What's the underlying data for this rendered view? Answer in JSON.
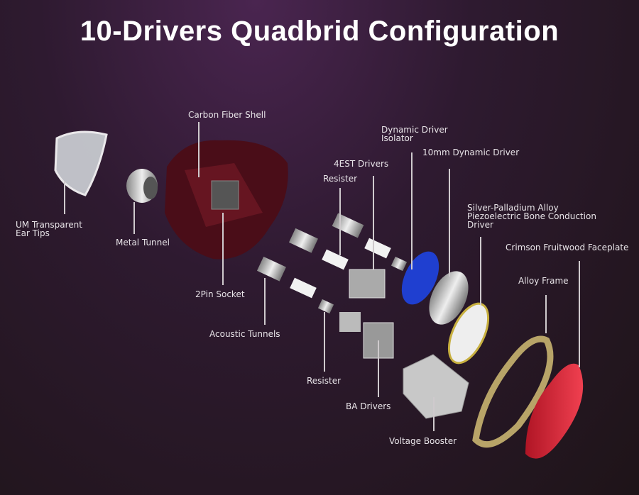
{
  "title": "10-Drivers Quadbrid Configuration",
  "labels": {
    "carbon_shell": "Carbon Fiber Shell",
    "ear_tips_1": "UM Transparent",
    "ear_tips_2": "Ear Tips",
    "metal_tunnel": "Metal Tunnel",
    "pin_socket": "2Pin Socket",
    "acoustic_tunnels": "Acoustic Tunnels",
    "resister_bottom": "Resister",
    "ba_drivers": "BA Drivers",
    "voltage_booster": "Voltage Booster",
    "est_drivers": "4EST Drivers",
    "resister_top": "Resister",
    "isolator_1": "Dynamic Driver",
    "isolator_2": "Isolator",
    "dynamic_driver": "10mm Dynamic Driver",
    "bone_1": "Silver-Palladium Alloy",
    "bone_2": "Piezoelectric Bone Conduction",
    "bone_3": "Driver",
    "faceplate": "Crimson Fruitwood Faceplate",
    "alloy_frame": "Alloy Frame"
  }
}
